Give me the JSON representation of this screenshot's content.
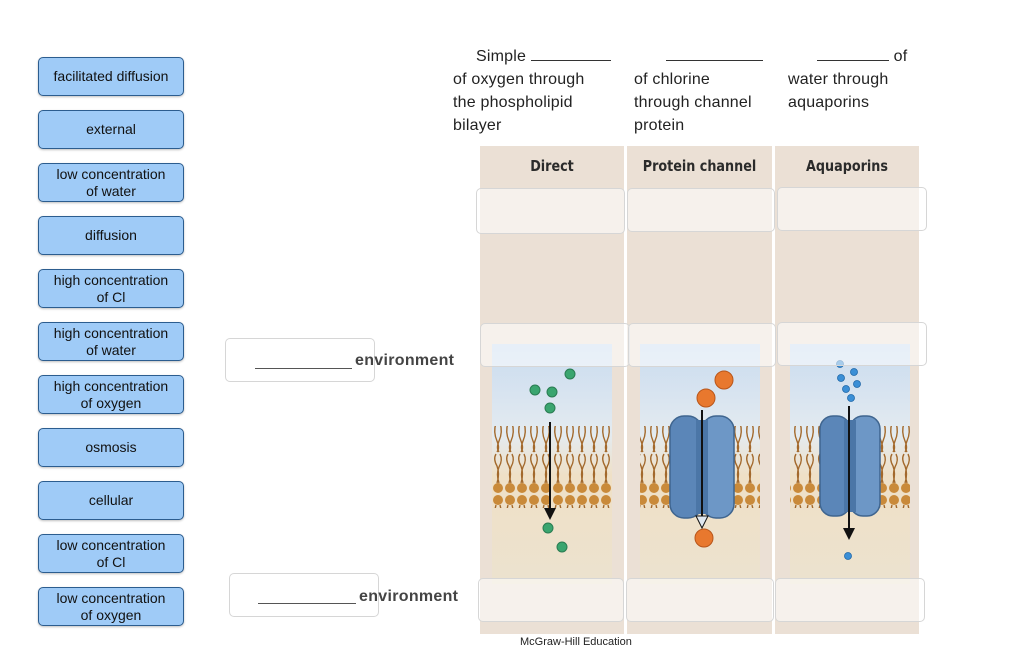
{
  "labels": [
    "facilitated diffusion",
    "external",
    "low concentration\nof water",
    "diffusion",
    "high concentration\nof Cl",
    "high concentration\nof water",
    "high concentration\nof oxygen",
    "osmosis",
    "cellular",
    "low concentration\nof Cl",
    "low concentration\nof oxygen"
  ],
  "captions": {
    "col1": {
      "line1": "Simple",
      "line2": "of oxygen through",
      "line3": "the phospholipid",
      "line4": "bilayer"
    },
    "col2": {
      "line2": "of chlorine",
      "line3": "through channel",
      "line4": "protein"
    },
    "col3": {
      "line1_suffix": "of",
      "line2": "water through",
      "line3": "aquaporins"
    }
  },
  "columns": [
    "Direct",
    "Protein channel",
    "Aquaporins"
  ],
  "environment_label": "environment",
  "credit": "McGraw-Hill Education",
  "colors": {
    "chip_fill": "#9fcbf7",
    "chip_border": "#2c5d8f",
    "panel": "#ebe0d5",
    "oxygen_molecule": "#3aa56f",
    "chloride_ion": "#e8782e",
    "water_molecule": "#3b8fd6",
    "channel_protein": "#5b86b8"
  }
}
